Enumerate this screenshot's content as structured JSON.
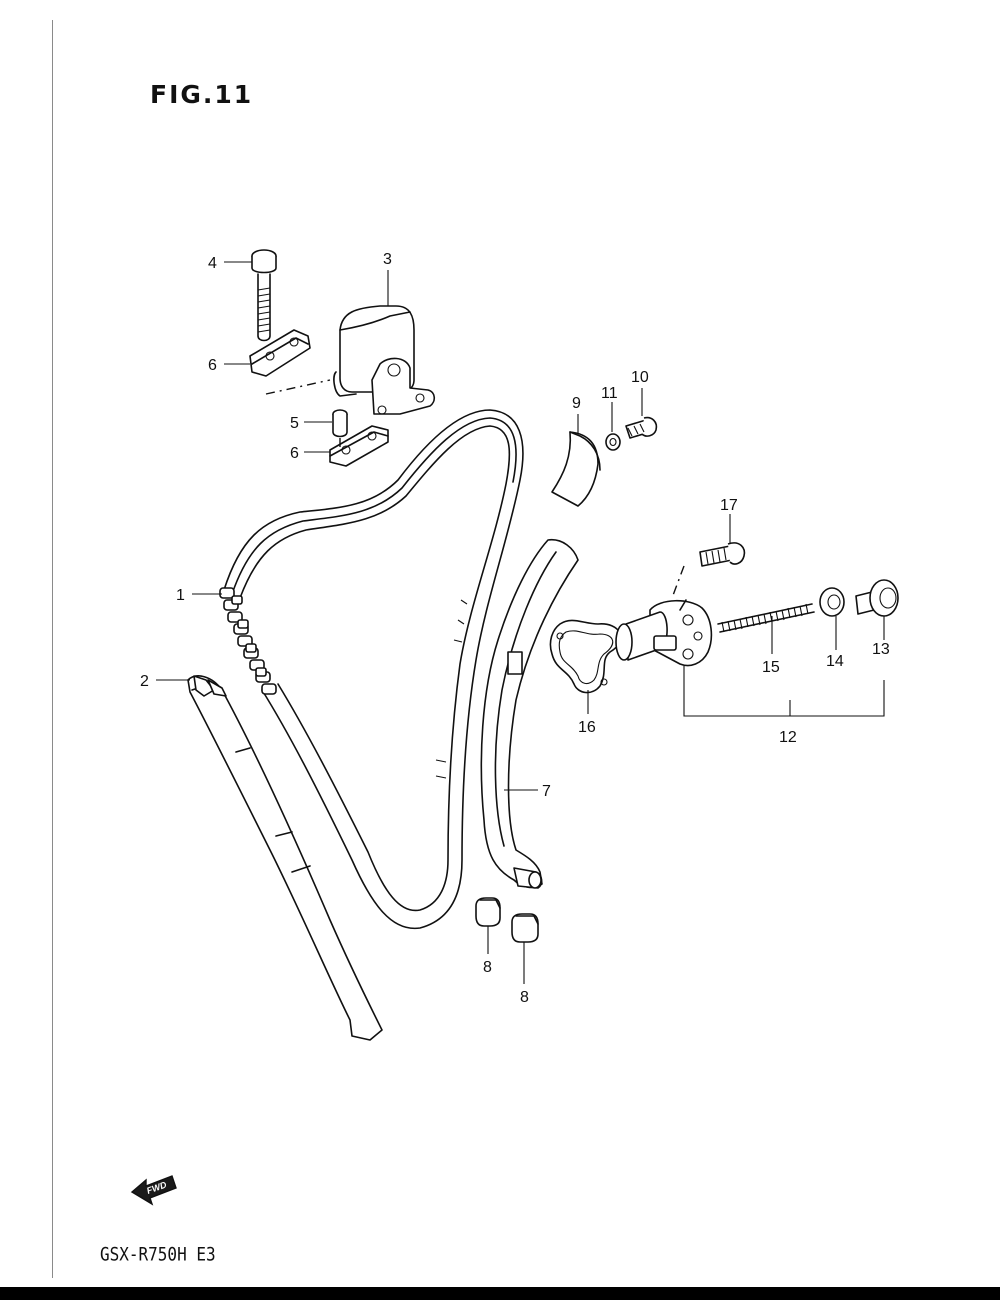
{
  "figure": {
    "title": "FIG.11",
    "model_code": "GSX-R750H E3",
    "fwd_marker": "FWD"
  },
  "callouts": [
    {
      "id": "c1",
      "text": "1"
    },
    {
      "id": "c2",
      "text": "2"
    },
    {
      "id": "c3",
      "text": "3"
    },
    {
      "id": "c4",
      "text": "4"
    },
    {
      "id": "c5",
      "text": "5"
    },
    {
      "id": "c6a",
      "text": "6"
    },
    {
      "id": "c6b",
      "text": "6"
    },
    {
      "id": "c7",
      "text": "7"
    },
    {
      "id": "c8a",
      "text": "8"
    },
    {
      "id": "c8b",
      "text": "8"
    },
    {
      "id": "c9",
      "text": "9"
    },
    {
      "id": "c10",
      "text": "10"
    },
    {
      "id": "c11",
      "text": "11"
    },
    {
      "id": "c12",
      "text": "12"
    },
    {
      "id": "c13",
      "text": "13"
    },
    {
      "id": "c14",
      "text": "14"
    },
    {
      "id": "c15",
      "text": "15"
    },
    {
      "id": "c16",
      "text": "16"
    },
    {
      "id": "c17",
      "text": "17"
    }
  ]
}
